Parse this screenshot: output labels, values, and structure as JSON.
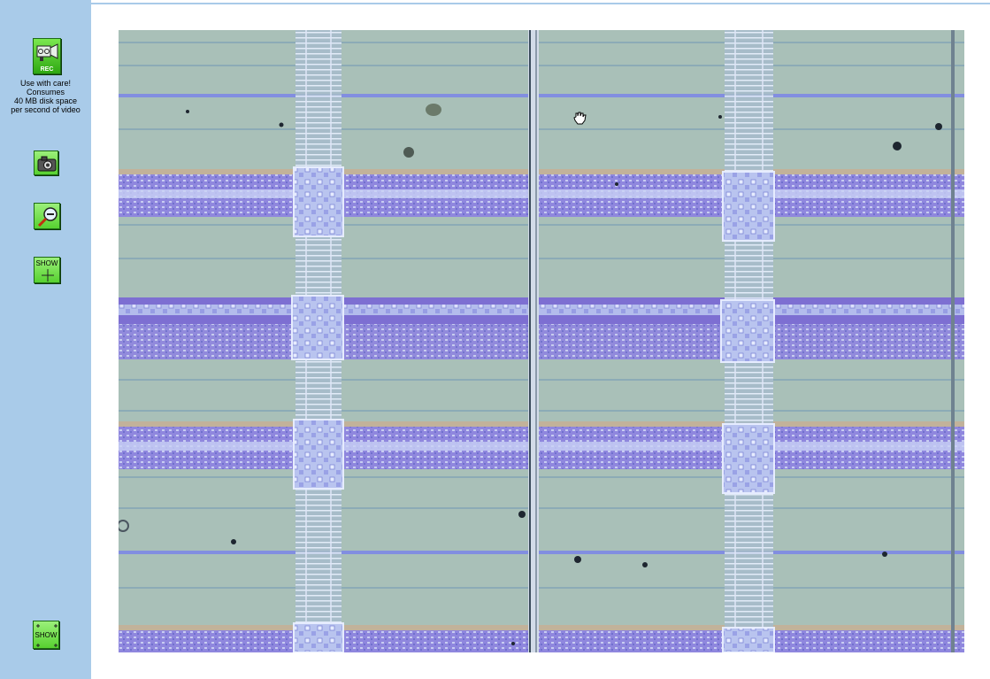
{
  "sidebar": {
    "record_button_label": "REC",
    "warning_lines": [
      "Use with care!",
      "Consumes",
      "40 MB disk space",
      "per second of video"
    ],
    "show_cross_label": "SHOW",
    "show_grid_label": "SHOW"
  },
  "icons": {
    "record": "video-camera-icon",
    "snapshot": "camera-icon",
    "zoom_out": "magnifier-minus-icon",
    "crosshair": "crosshair-icon",
    "grid": "grid-markers-icon",
    "cursor": "hand-cursor-icon"
  },
  "colors": {
    "sidebar": "#a9cbe9",
    "button_green": "#57d130",
    "video_bg": "#a8bfb8",
    "trace_blue": "#7c86e8"
  }
}
